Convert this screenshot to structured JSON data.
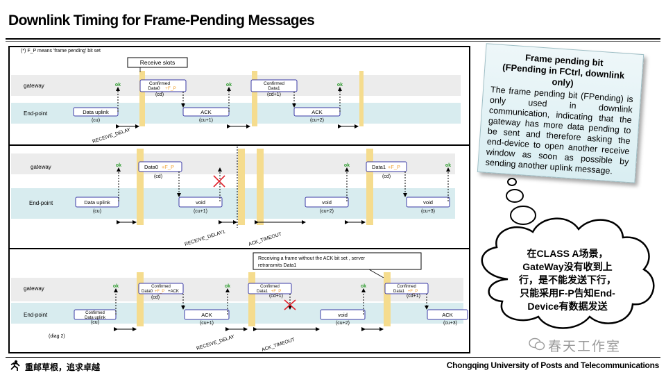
{
  "title": "Downlink Timing for Frame-Pending Messages",
  "footer": {
    "left": "重邮草根，追求卓越",
    "right": "Chongqing University of Posts and Telecommunications"
  },
  "panel1": {
    "note": "(*) F_P means 'frame pending' bit set",
    "callout": "Receive slots",
    "gateway": "gateway",
    "endpoint": "End-point",
    "ok": "ok",
    "data_uplink": "Data uplink",
    "cu": "(cu)",
    "confirmed": "Confirmed",
    "data0": "Data0",
    "fp": "+F_P",
    "cd": "(cd)",
    "ack": "ACK",
    "cu1": "(cu+1)",
    "data1": "Data1",
    "cd1": "(cd+1)",
    "cu2": "(cu+2)",
    "receive_delay": "RECEIVE_DELAY"
  },
  "panel2": {
    "gateway": "gateway",
    "endpoint": "End-point",
    "ok": "ok",
    "data_uplink": "Data uplink",
    "cu": "(cu)",
    "data0": "Data0",
    "data1": "Data1",
    "fp": "+F_P",
    "cd": "(cd)",
    "void": "void",
    "cu1": "(cu+1)",
    "cu2": "(cu+2)",
    "cu3": "(cu+3)",
    "receive_delay1": "RECEIVE_DELAY1",
    "ack_timeout": "ACK_TIMEOUT"
  },
  "panel3": {
    "callout_line1": "Receiving a frame without the ACK bit set , server",
    "callout_line2": "retransmits Data1",
    "gateway": "gateway",
    "endpoint": "End-point",
    "ok": "ok",
    "confirmed": "Confirmed",
    "data_uplink": "Data uplink",
    "cu": "(cu)",
    "data0": "Data0",
    "fp": "+F_P",
    "plus_ack": "+ACK",
    "cd": "(cd)",
    "data1": "Data1",
    "cd1": "(cd+1)",
    "ack": "ACK",
    "void": "void",
    "cu1": "(cu+1)",
    "cu2": "(cu+2)",
    "cu3": "(cu+3)",
    "diag": "(diag 2)",
    "receive_delay": "RECEIVE_DELAY",
    "ack_timeout": "ACK_TIMEOUT"
  },
  "note": {
    "title_line1": "Frame pending bit",
    "title_line2": "(FPending in FCtrl, downlink only)",
    "body": "The frame pending bit (FPending) is only used in downlink communication, indicating that the gateway has more data pending to be sent and therefore asking the end-device to open another receive window as soon as possible by sending another uplink message."
  },
  "cloud": {
    "line1": "在CLASS A场景，",
    "line2": "GateWay没有收到上",
    "line3": "行，是不能发送下行，",
    "line4": "只能采用F-P告知End-",
    "line5": "Device有数据发送"
  },
  "watermark": "春天工作室",
  "colors": {
    "lane_gateway": "#ececec",
    "lane_endpoint": "#d8ecef",
    "box_border": "#3a3aa6",
    "ok_green": "#2e9b2e",
    "slot_yellow": "#f5dc8e",
    "fp_orange": "#f0a030",
    "cross_red": "#e0202a"
  }
}
